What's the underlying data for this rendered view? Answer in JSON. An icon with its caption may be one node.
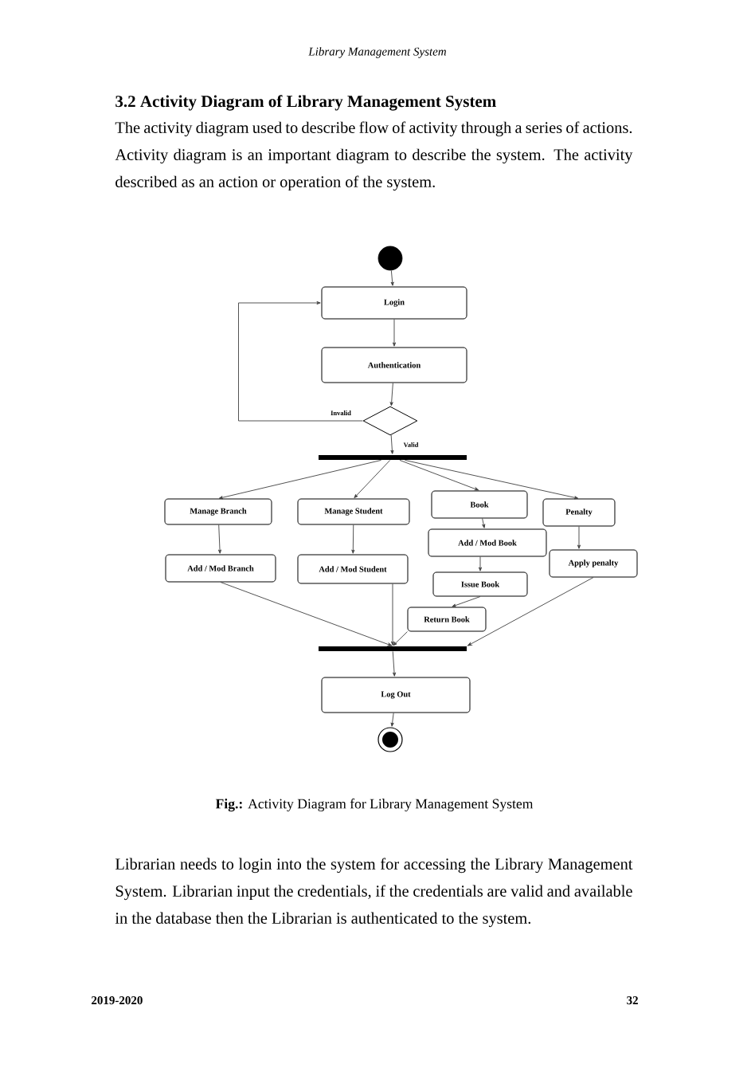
{
  "diagram": {
    "title": "3.2 Activity Diagram of Library Management System",
    "caption": "**Fig.:** Activity Diagram for Library Management System",
    "nodes": [
      {
        "text": [],
        "shape": "circle"
      },
      {
        "text": [
          "Login"
        ]
      },
      {
        "text": [
          "Authentication"
        ]
      },
      {
        "text": [],
        "shape": "diamond"
      },
      {
        "text": [],
        "shape": "bar"
      },
      {
        "text": [
          "Manage Branch"
        ]
      },
      {
        "text": [
          "Manage Student"
        ]
      },
      {
        "text": [
          "Book"
        ]
      },
      {
        "text": [
          "Penalty"
        ]
      },
      {
        "text": [
          "Add / Mod Branch"
        ]
      },
      {
        "text": [
          "Add / Mod Student"
        ]
      },
      {
        "text": [
          "Add / Mod Book"
        ]
      },
      {
        "text": [
          "Issue Book"
        ]
      },
      {
        "text": [
          "Return Book"
        ]
      },
      {
        "text": [
          "Apply penalty"
        ]
      },
      {
        "text": [],
        "shape": "bar"
      },
      {
        "text": [
          "Log Out"
        ]
      },
      {
        "text": [],
        "shape": "bullseye"
      }
    ],
    "edges": [
      {
        "from": 0,
        "to": 1,
        "arrow": "to"
      },
      {
        "from": 1,
        "to": 2,
        "arrow": "to"
      },
      {
        "from": 2,
        "to": 3,
        "arrow": "to"
      },
      {
        "from": 3,
        "to": 1,
        "arrow": "to",
        "label": "Invalid"
      },
      {
        "from": 3,
        "to": 4,
        "arrow": "to",
        "label": "Valid"
      },
      {
        "from": 4,
        "to": 5,
        "arrow": "to"
      },
      {
        "from": 4,
        "to": 6,
        "arrow": "to"
      },
      {
        "from": 4,
        "to": 7,
        "arrow": "to"
      },
      {
        "from": 4,
        "to": 8,
        "arrow": "to"
      },
      {
        "from": 5,
        "to": 9,
        "arrow": "to"
      },
      {
        "from": 6,
        "to": 10,
        "arrow": "to"
      },
      {
        "from": 7,
        "to": 11,
        "arrow": "to"
      },
      {
        "from": 11,
        "to": 12,
        "arrow": "to"
      },
      {
        "from": 12,
        "to": 13,
        "arrow": "to"
      },
      {
        "from": 8,
        "to": 14,
        "arrow": "to"
      },
      {
        "from": 9,
        "to": 15,
        "arrow": "to"
      },
      {
        "from": 10,
        "to": 15,
        "arrow": "to"
      },
      {
        "from": 13,
        "to": 15,
        "arrow": "to"
      },
      {
        "from": 14,
        "to": 15,
        "arrow": "to"
      },
      {
        "from": 15,
        "to": 16,
        "arrow": "to"
      },
      {
        "from": 16,
        "to": 17,
        "arrow": "to"
      }
    ],
    "labels": [
      "Library Management System",
      "The activity diagram used to describe flow of activity through a series of actions. Activity diagram is an important diagram to describe the system. The activity described as an action or operation of the system.",
      "Librarian needs to login into the system for accessing the Library Management System. Librarian input the credentials, if the credentials are valid and available in the database then the Librarian is authenticated to the system.",
      "2019-2020",
      "32"
    ]
  }
}
